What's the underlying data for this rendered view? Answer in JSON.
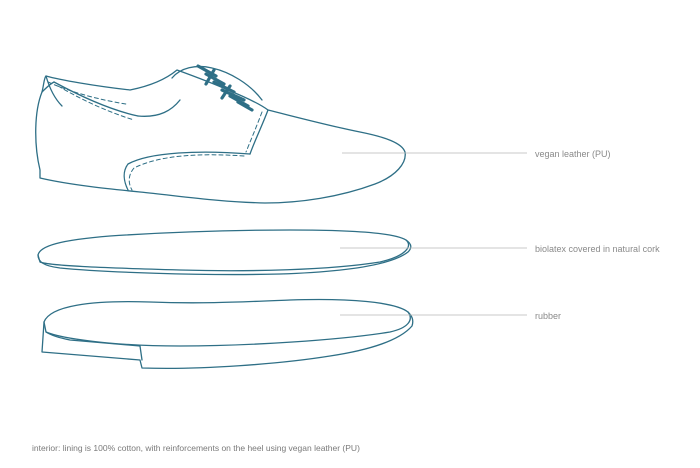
{
  "labels": {
    "upper": "vegan leather (PU)",
    "insole": "biolatex covered in natural cork",
    "sole": "rubber"
  },
  "footnote": "interior: lining is 100% cotton, with reinforcements on the heel using vegan leather (PU)",
  "colors": {
    "outline": "#2e6f86",
    "leader": "#b8b8b8",
    "label_text": "#8a8a8a"
  }
}
